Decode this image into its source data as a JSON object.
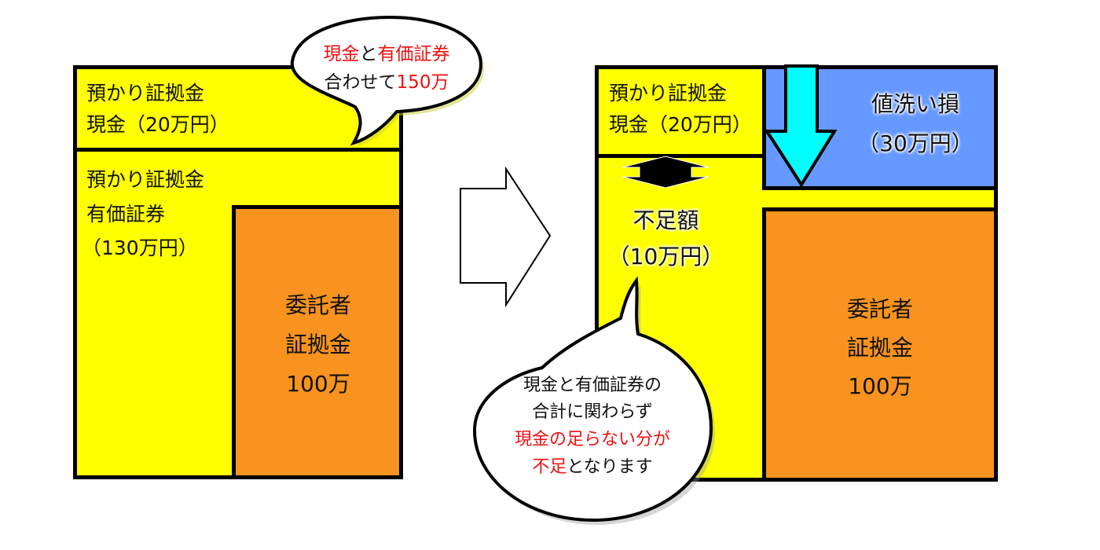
{
  "left": {
    "cash_margin": {
      "line1": "預かり証拠金",
      "line2": "現金（20万円）"
    },
    "securities_margin": {
      "line1": "預かり証拠金",
      "line2": "有価証券",
      "line3": "（130万円）"
    },
    "required_margin": {
      "line1": "委託者",
      "line2": "証拠金",
      "line3": "100万"
    },
    "bubble": {
      "part1": "現金",
      "part2": "と",
      "part3": "有価証券",
      "part4": "合わせて",
      "part5": "150万"
    }
  },
  "right": {
    "cash_margin": {
      "line1": "預かり証拠金",
      "line2": "現金（20万円）"
    },
    "haircut": {
      "line1": "値洗い損",
      "line2": "（30万円）"
    },
    "shortfall": {
      "line1": "不足額",
      "line2": "（10万円）"
    },
    "required_margin": {
      "line1": "委託者",
      "line2": "証拠金",
      "line3": "100万"
    },
    "bubble": {
      "line1": "現金と有価証券の",
      "line2": "合計に関わらず",
      "line3": "現金の足らない分が",
      "line4a": "不足",
      "line4b": "となります"
    }
  },
  "colors": {
    "yellow": "#ffff00",
    "orange": "#f7931e",
    "blue": "#6699ff",
    "cyan": "#00ffff",
    "red": "#ee1111"
  }
}
